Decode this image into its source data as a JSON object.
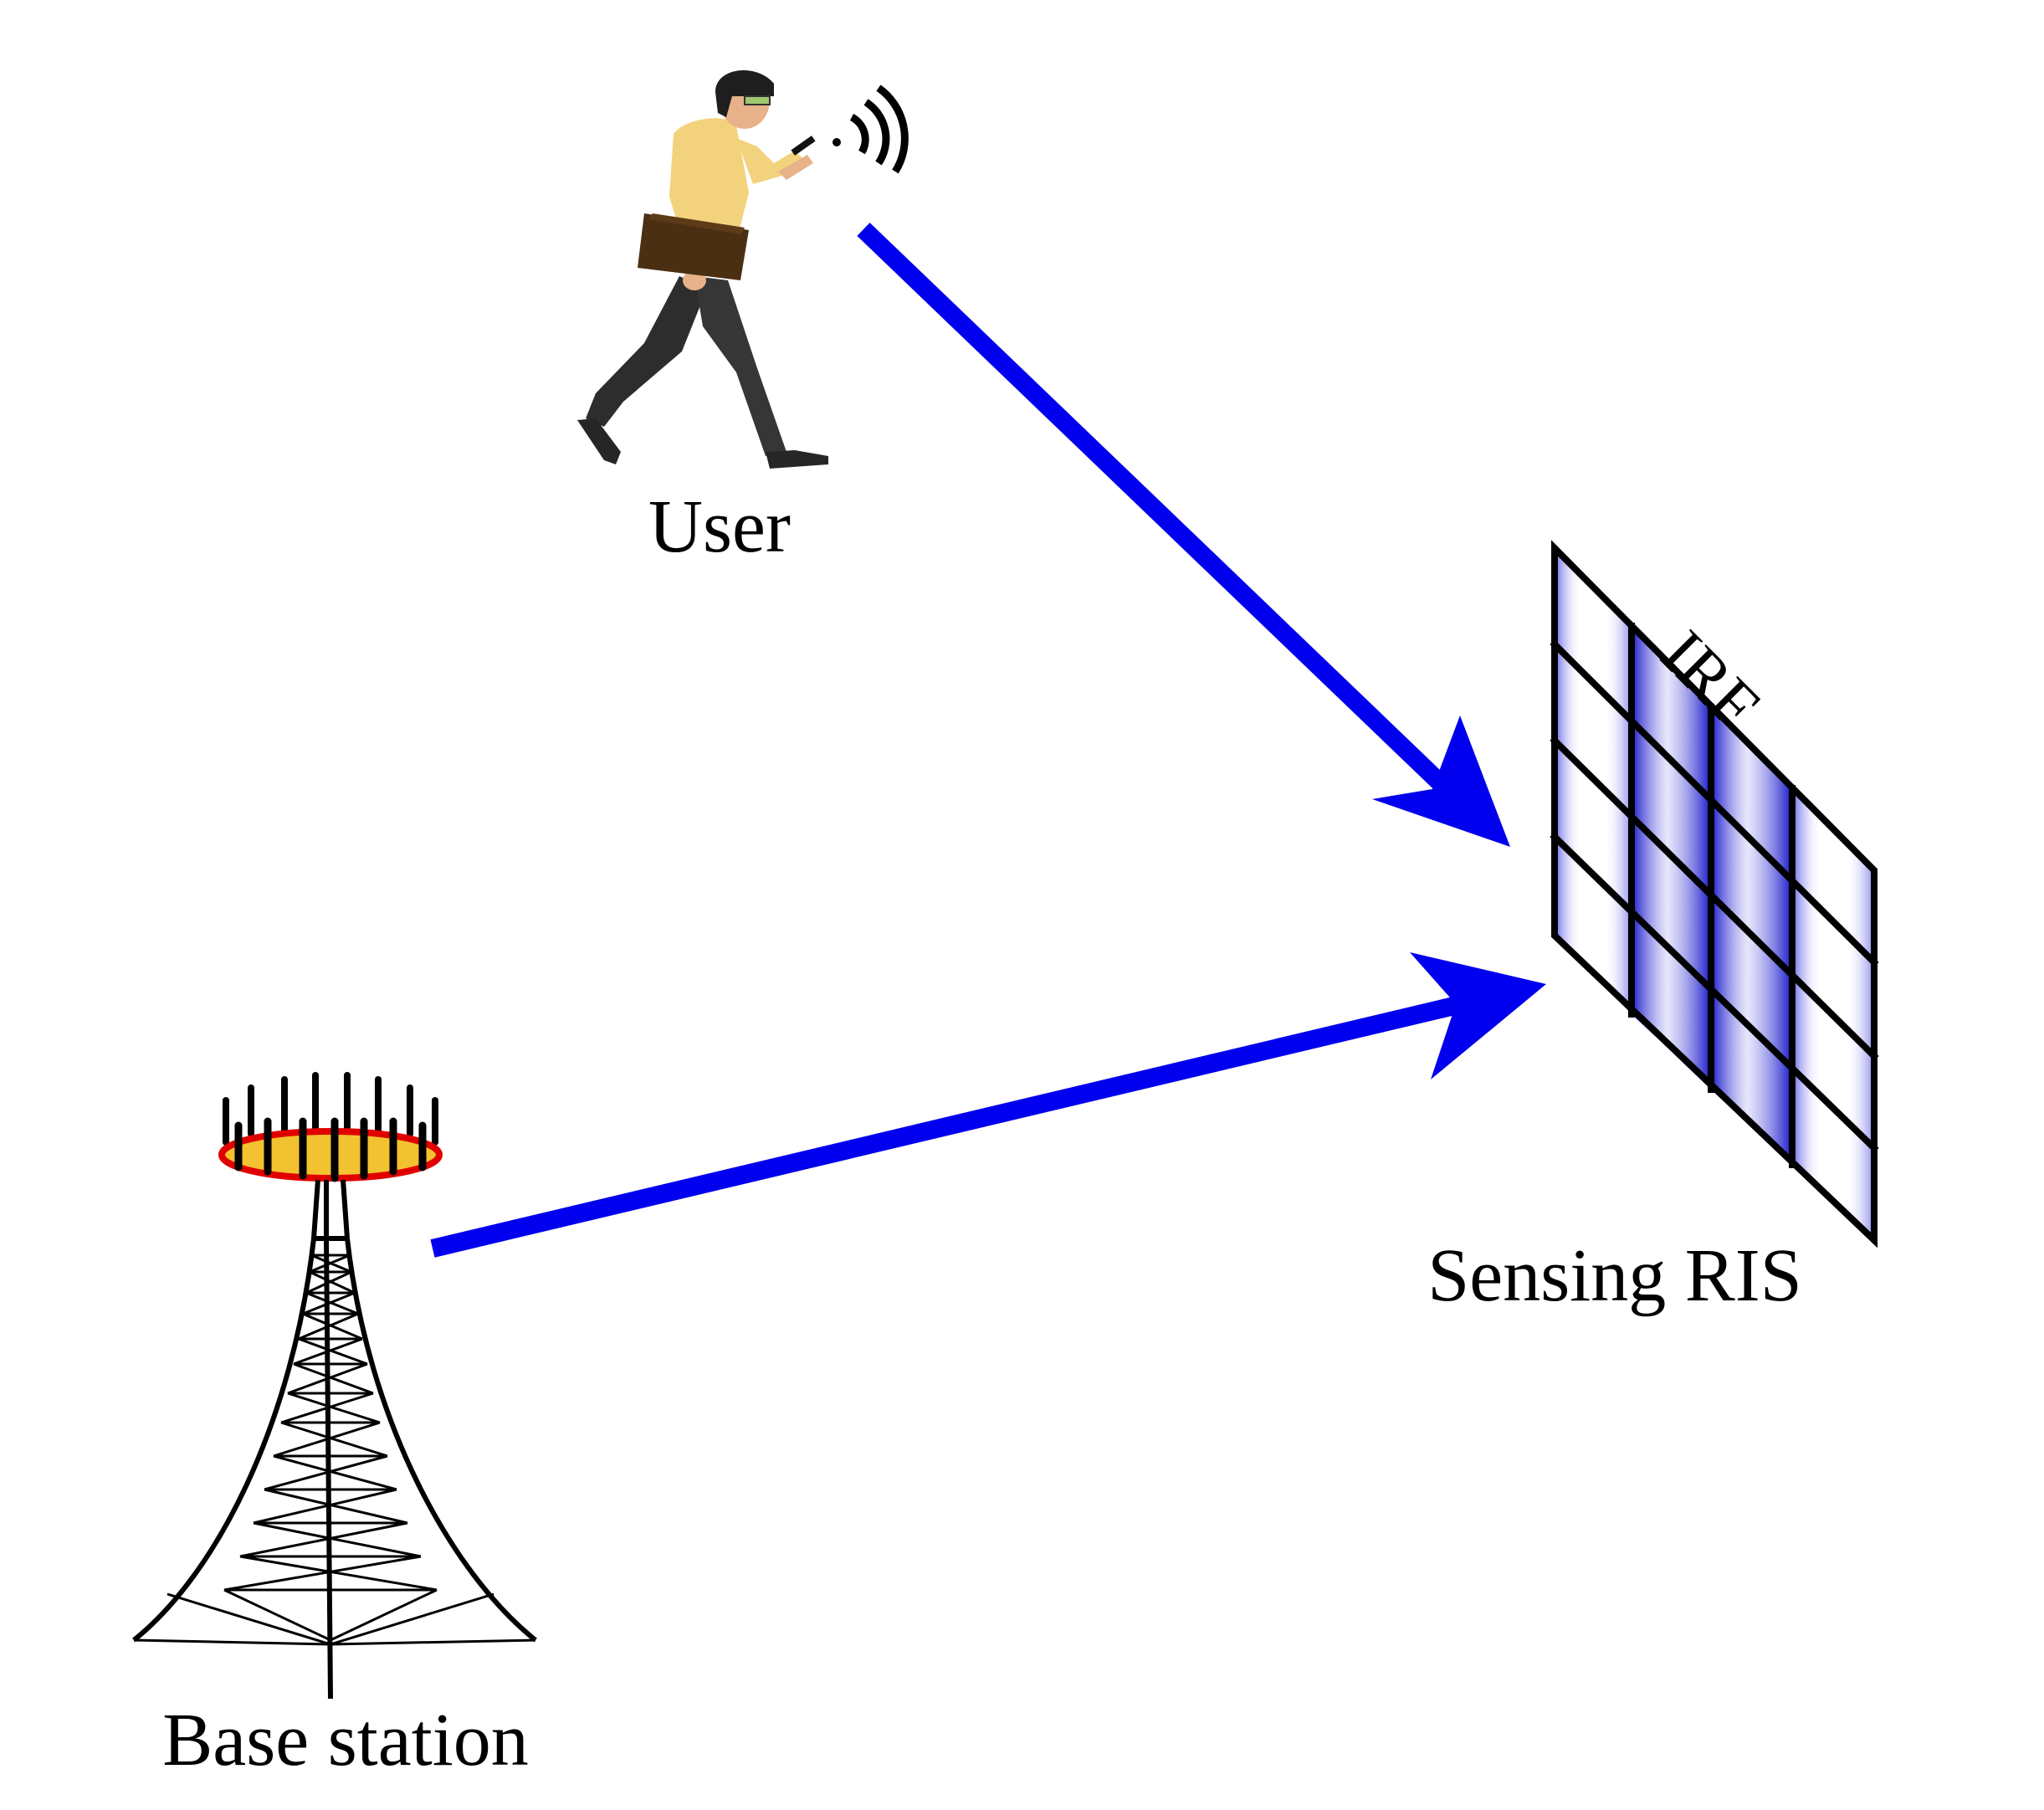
{
  "diagram": {
    "labels": {
      "user": "User",
      "base_station": "Base station",
      "sensing_ris": "Sensing RIS",
      "irf": "IRF"
    },
    "colors": {
      "arrow": "#0000ee",
      "shirt": "#f2d27c",
      "pants": "#2d2d2d",
      "bag": "#4a2f12",
      "antenna_ring": "#e00000",
      "antenna_fill": "#f2c230",
      "ris_stripe": "#1a1ad8"
    },
    "nodes": [
      {
        "id": "user",
        "icon": "walking-person-icon"
      },
      {
        "id": "base_station",
        "icon": "cell-tower-icon"
      },
      {
        "id": "sensing_ris",
        "icon": "ris-panel-icon"
      }
    ],
    "edges": [
      {
        "from": "user",
        "to": "sensing_ris"
      },
      {
        "from": "base_station",
        "to": "sensing_ris"
      }
    ]
  }
}
